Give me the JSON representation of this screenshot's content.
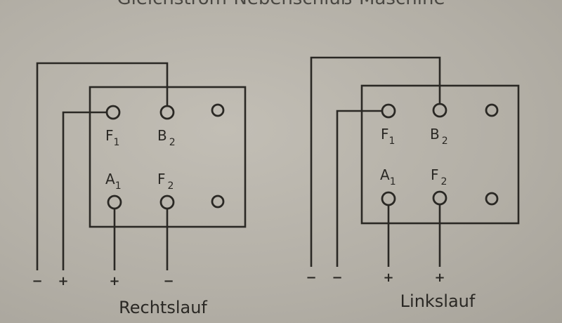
{
  "title": "Gleichstrom-Nebenschluß-Maschine",
  "diagrams": [
    {
      "caption": "Rechtslauf",
      "terminals": {
        "f1": "F",
        "f1_sub": "1",
        "b2": "B",
        "b2_sub": "2",
        "a1": "A",
        "a1_sub": "1",
        "f2": "F",
        "f2_sub": "2"
      },
      "polarity": [
        "−",
        "+",
        "+",
        "−"
      ]
    },
    {
      "caption": "Linkslauf",
      "terminals": {
        "f1": "F",
        "f1_sub": "1",
        "b2": "B",
        "b2_sub": "2",
        "a1": "A",
        "a1_sub": "1",
        "f2": "F",
        "f2_sub": "2"
      },
      "polarity": [
        "−",
        "−",
        "+",
        "+"
      ]
    }
  ]
}
